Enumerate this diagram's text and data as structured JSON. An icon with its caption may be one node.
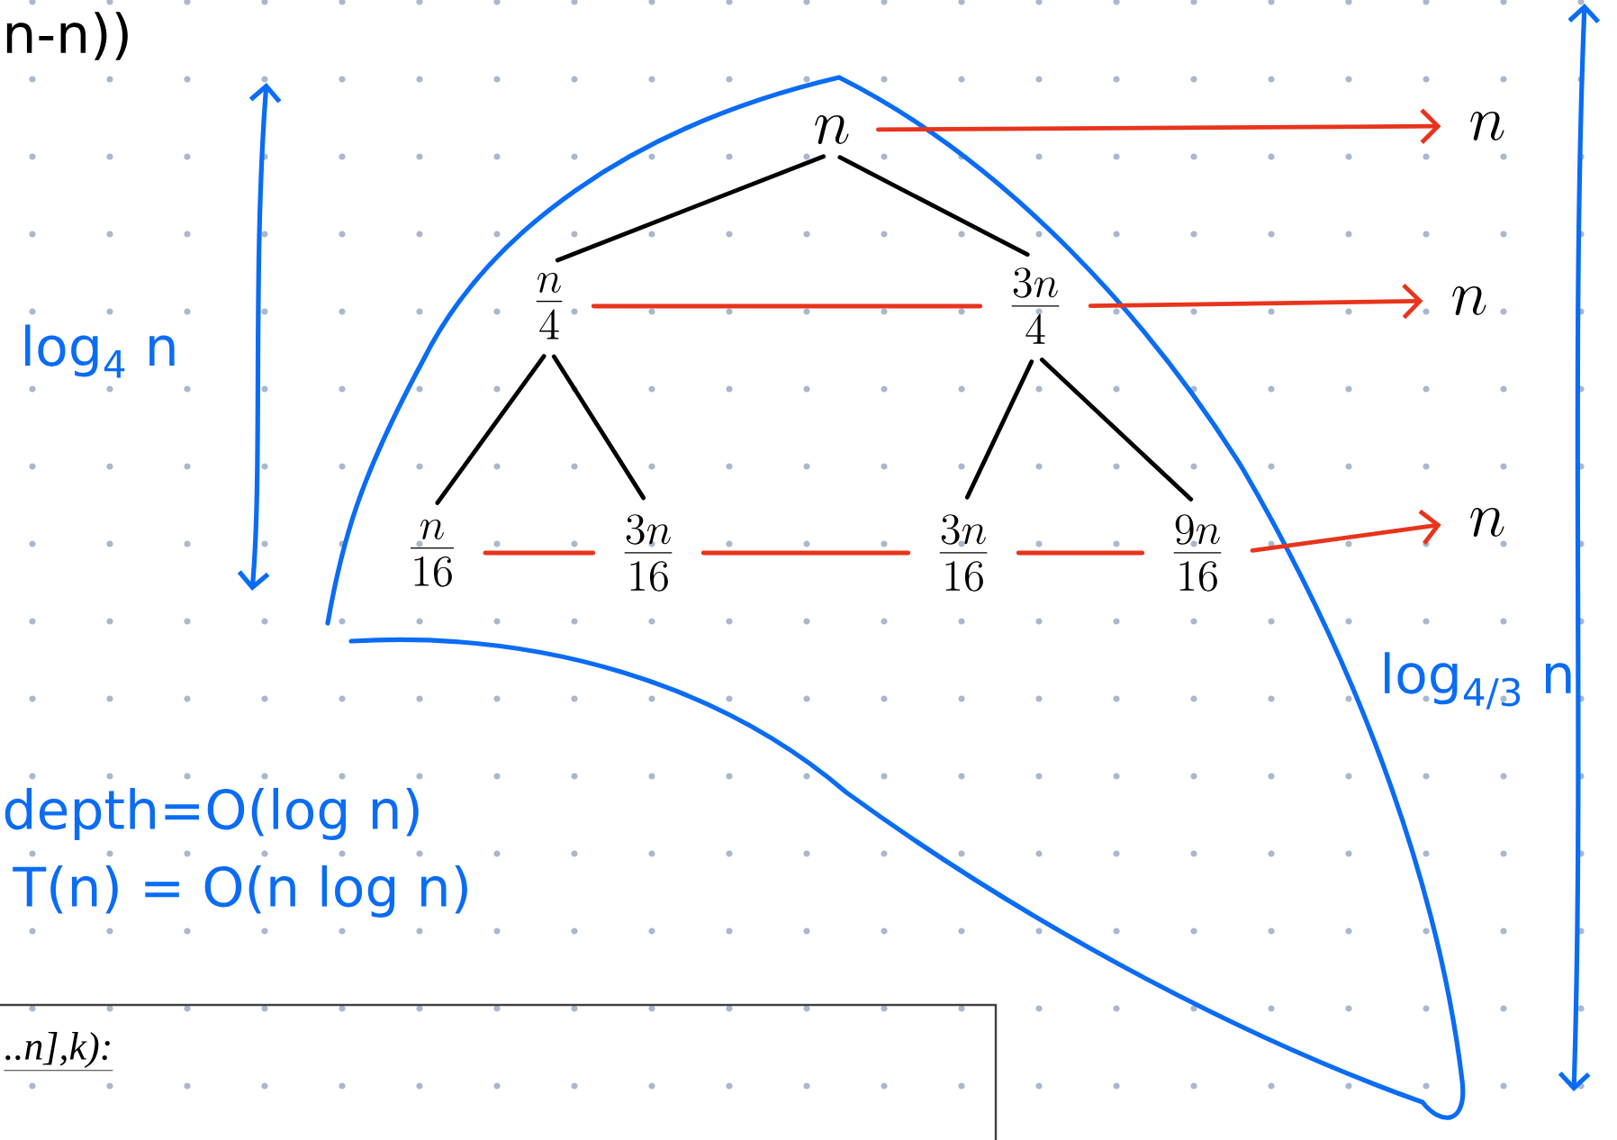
{
  "diagram": {
    "nodes": [
      {
        "text": [
          "n"
        ]
      },
      {
        "text": [
          "\\frac{n}{4}"
        ]
      },
      {
        "text": [
          "\\frac{3n}{4}"
        ]
      },
      {
        "text": [
          "\\frac{n}{16}"
        ]
      },
      {
        "text": [
          "\\frac{3n}{16}"
        ]
      },
      {
        "text": [
          "\\frac{3n}{16}"
        ]
      },
      {
        "text": [
          "\\frac{9n}{16}"
        ]
      },
      {
        "text": [
          "n"
        ]
      },
      {
        "text": [
          "n"
        ]
      },
      {
        "text": [
          "n"
        ]
      }
    ],
    "edges": [
      {
        "from": 0,
        "to": 1,
        "arrow": "none",
        "color": "#000000"
      },
      {
        "from": 0,
        "to": 2,
        "arrow": "none",
        "color": "#000000"
      },
      {
        "from": 1,
        "to": 3,
        "arrow": "none",
        "color": "#000000"
      },
      {
        "from": 1,
        "to": 4,
        "arrow": "none",
        "color": "#000000"
      },
      {
        "from": 2,
        "to": 5,
        "arrow": "none",
        "color": "#000000"
      },
      {
        "from": 2,
        "to": 6,
        "arrow": "none",
        "color": "#000000"
      },
      {
        "from": 0,
        "to": 7,
        "arrow": "to",
        "color": "#e8341c"
      },
      {
        "from": 1,
        "to": 2,
        "arrow": "none",
        "color": "#e8341c"
      },
      {
        "from": 2,
        "to": 8,
        "arrow": "to",
        "color": "#e8341c"
      },
      {
        "from": 3,
        "to": 4,
        "arrow": "none",
        "color": "#e8341c"
      },
      {
        "from": 4,
        "to": 5,
        "arrow": "none",
        "color": "#e8341c"
      },
      {
        "from": 5,
        "to": 6,
        "arrow": "none",
        "color": "#e8341c"
      },
      {
        "from": 6,
        "to": 9,
        "arrow": "to",
        "color": "#e8341c"
      }
    ],
    "labels": [
      "n-n))",
      "log$_{4}$ n",
      "log$_{4/3}$ n",
      "depth=O(log n)",
      "T(n) = O(n log n)",
      "..n],k):"
    ]
  }
}
